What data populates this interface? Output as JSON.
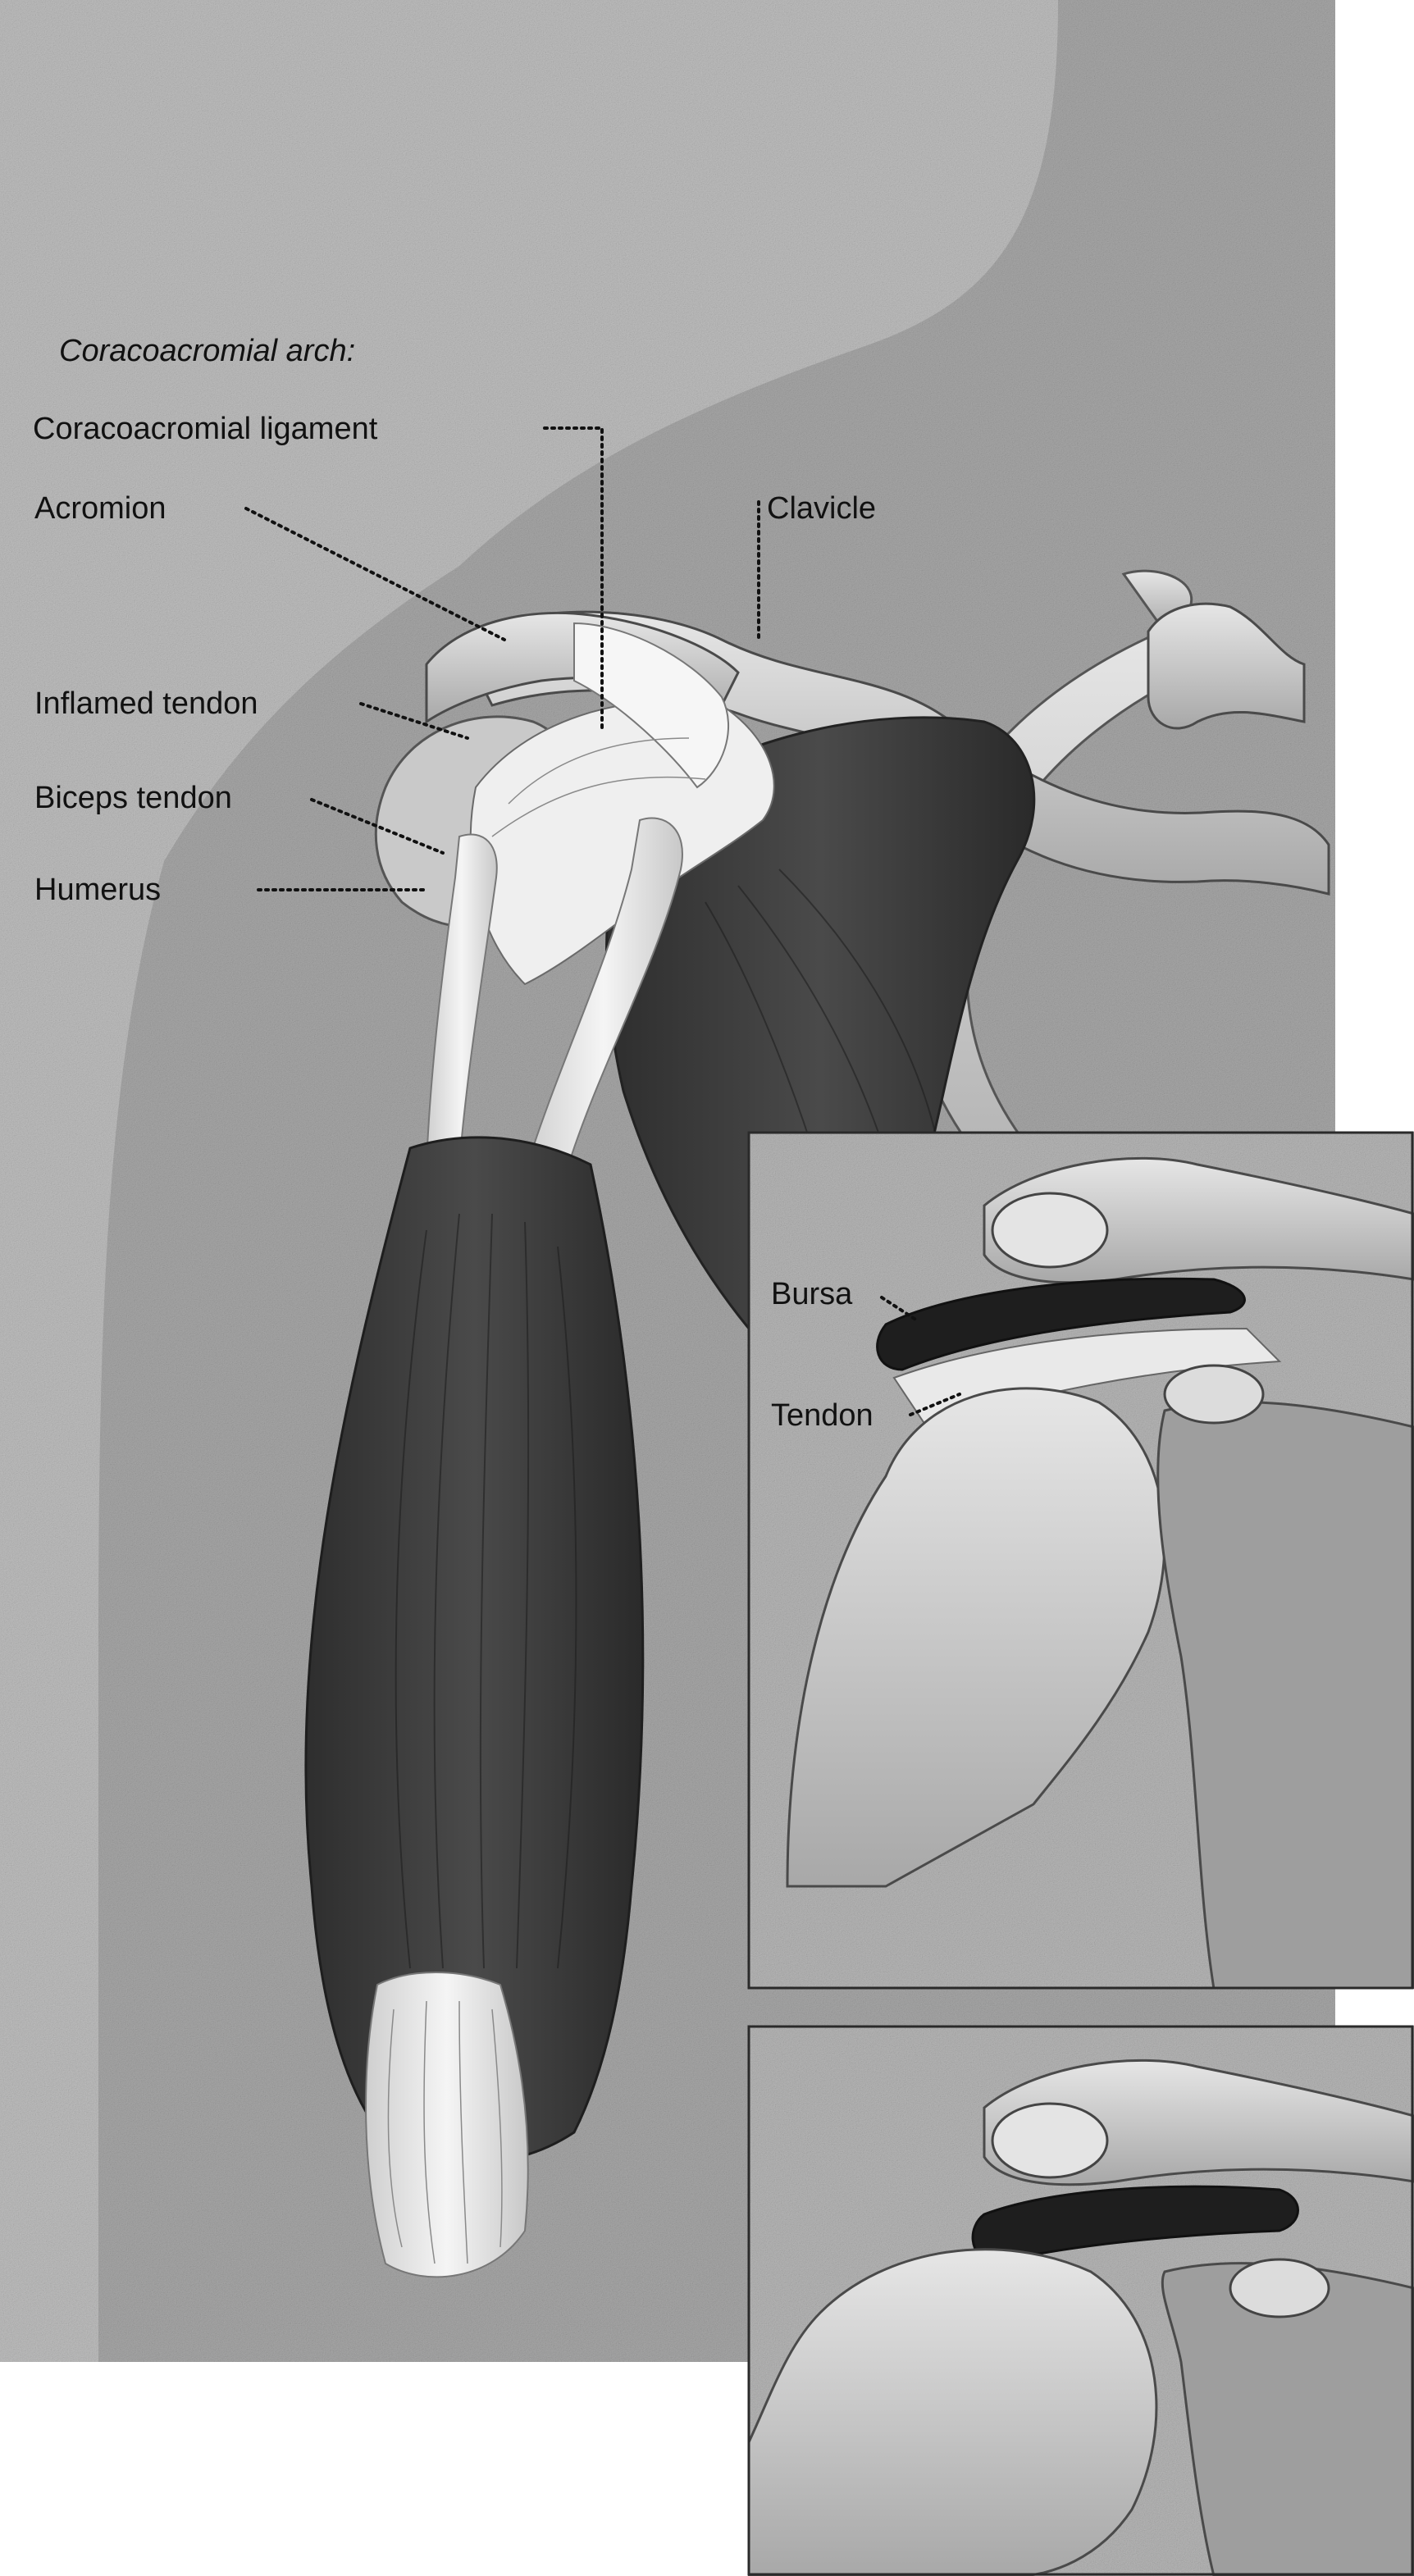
{
  "figure": {
    "main_view": {
      "heading": "Coracoacromial arch:",
      "labels": {
        "coracoacromial_ligament": "Coracoacromial ligament",
        "acromion": "Acromion",
        "clavicle": "Clavicle",
        "inflamed_tendon": "Inflamed tendon",
        "biceps_tendon": "Biceps tendon",
        "humerus": "Humerus"
      }
    },
    "inset_top": {
      "labels": {
        "bursa": "Bursa",
        "tendon": "Tendon"
      }
    },
    "inset_bottom": {
      "labels": {}
    }
  },
  "colors": {
    "background_stipple": "#bdbdbd",
    "skin": "#a9a9a9",
    "muscle_dark": "#3e3e3e",
    "tendon_light": "#ececec",
    "bone_light": "#d6d6d6",
    "bursa_dark": "#1e1e1e",
    "page": "#ffffff",
    "label_text": "#111111"
  }
}
